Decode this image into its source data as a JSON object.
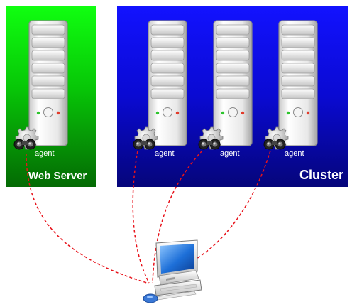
{
  "panels": {
    "web_server": {
      "title": "Web Server"
    },
    "cluster": {
      "title": "Cluster"
    }
  },
  "agents": [
    {
      "label": "agent"
    },
    {
      "label": "agent"
    },
    {
      "label": "agent"
    },
    {
      "label": "agent"
    }
  ],
  "icons": {
    "server": "server-tower-icon",
    "agent": "binoculars-gear-icon",
    "workstation": "desktop-computer-icon"
  },
  "colors": {
    "web_panel": "#07c707",
    "cluster_panel": "#0a0ad2",
    "connection_line": "#e8131b"
  }
}
